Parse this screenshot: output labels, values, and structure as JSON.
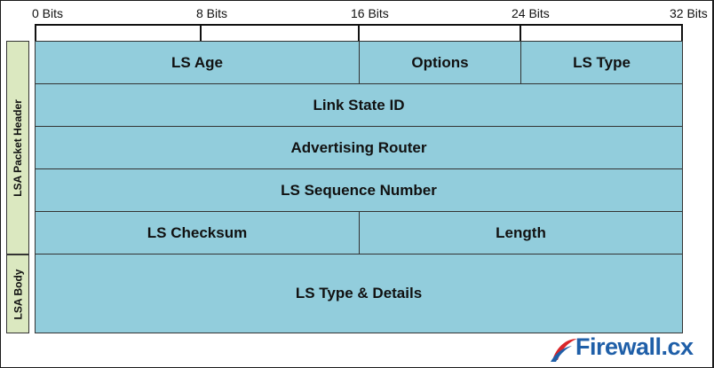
{
  "ruler": {
    "ticks": [
      "0 Bits",
      "8 Bits",
      "16 Bits",
      "24 Bits",
      "32 Bits"
    ]
  },
  "sections": {
    "header": "LSA Packet Header",
    "body": "LSA Body"
  },
  "fields": {
    "ls_age": "LS Age",
    "options": "Options",
    "ls_type": "LS Type",
    "link_state_id": "Link State ID",
    "advertising_router": "Advertising Router",
    "ls_sequence_number": "LS Sequence Number",
    "ls_checksum": "LS Checksum",
    "length": "Length",
    "ls_type_details": "LS Type & Details"
  },
  "logo": {
    "text": "Firewall.cx"
  },
  "colors": {
    "field_fill": "#92cddc",
    "section_fill": "#dbe8c0",
    "logo_blue": "#1f5fa8",
    "logo_red": "#d9262a"
  }
}
